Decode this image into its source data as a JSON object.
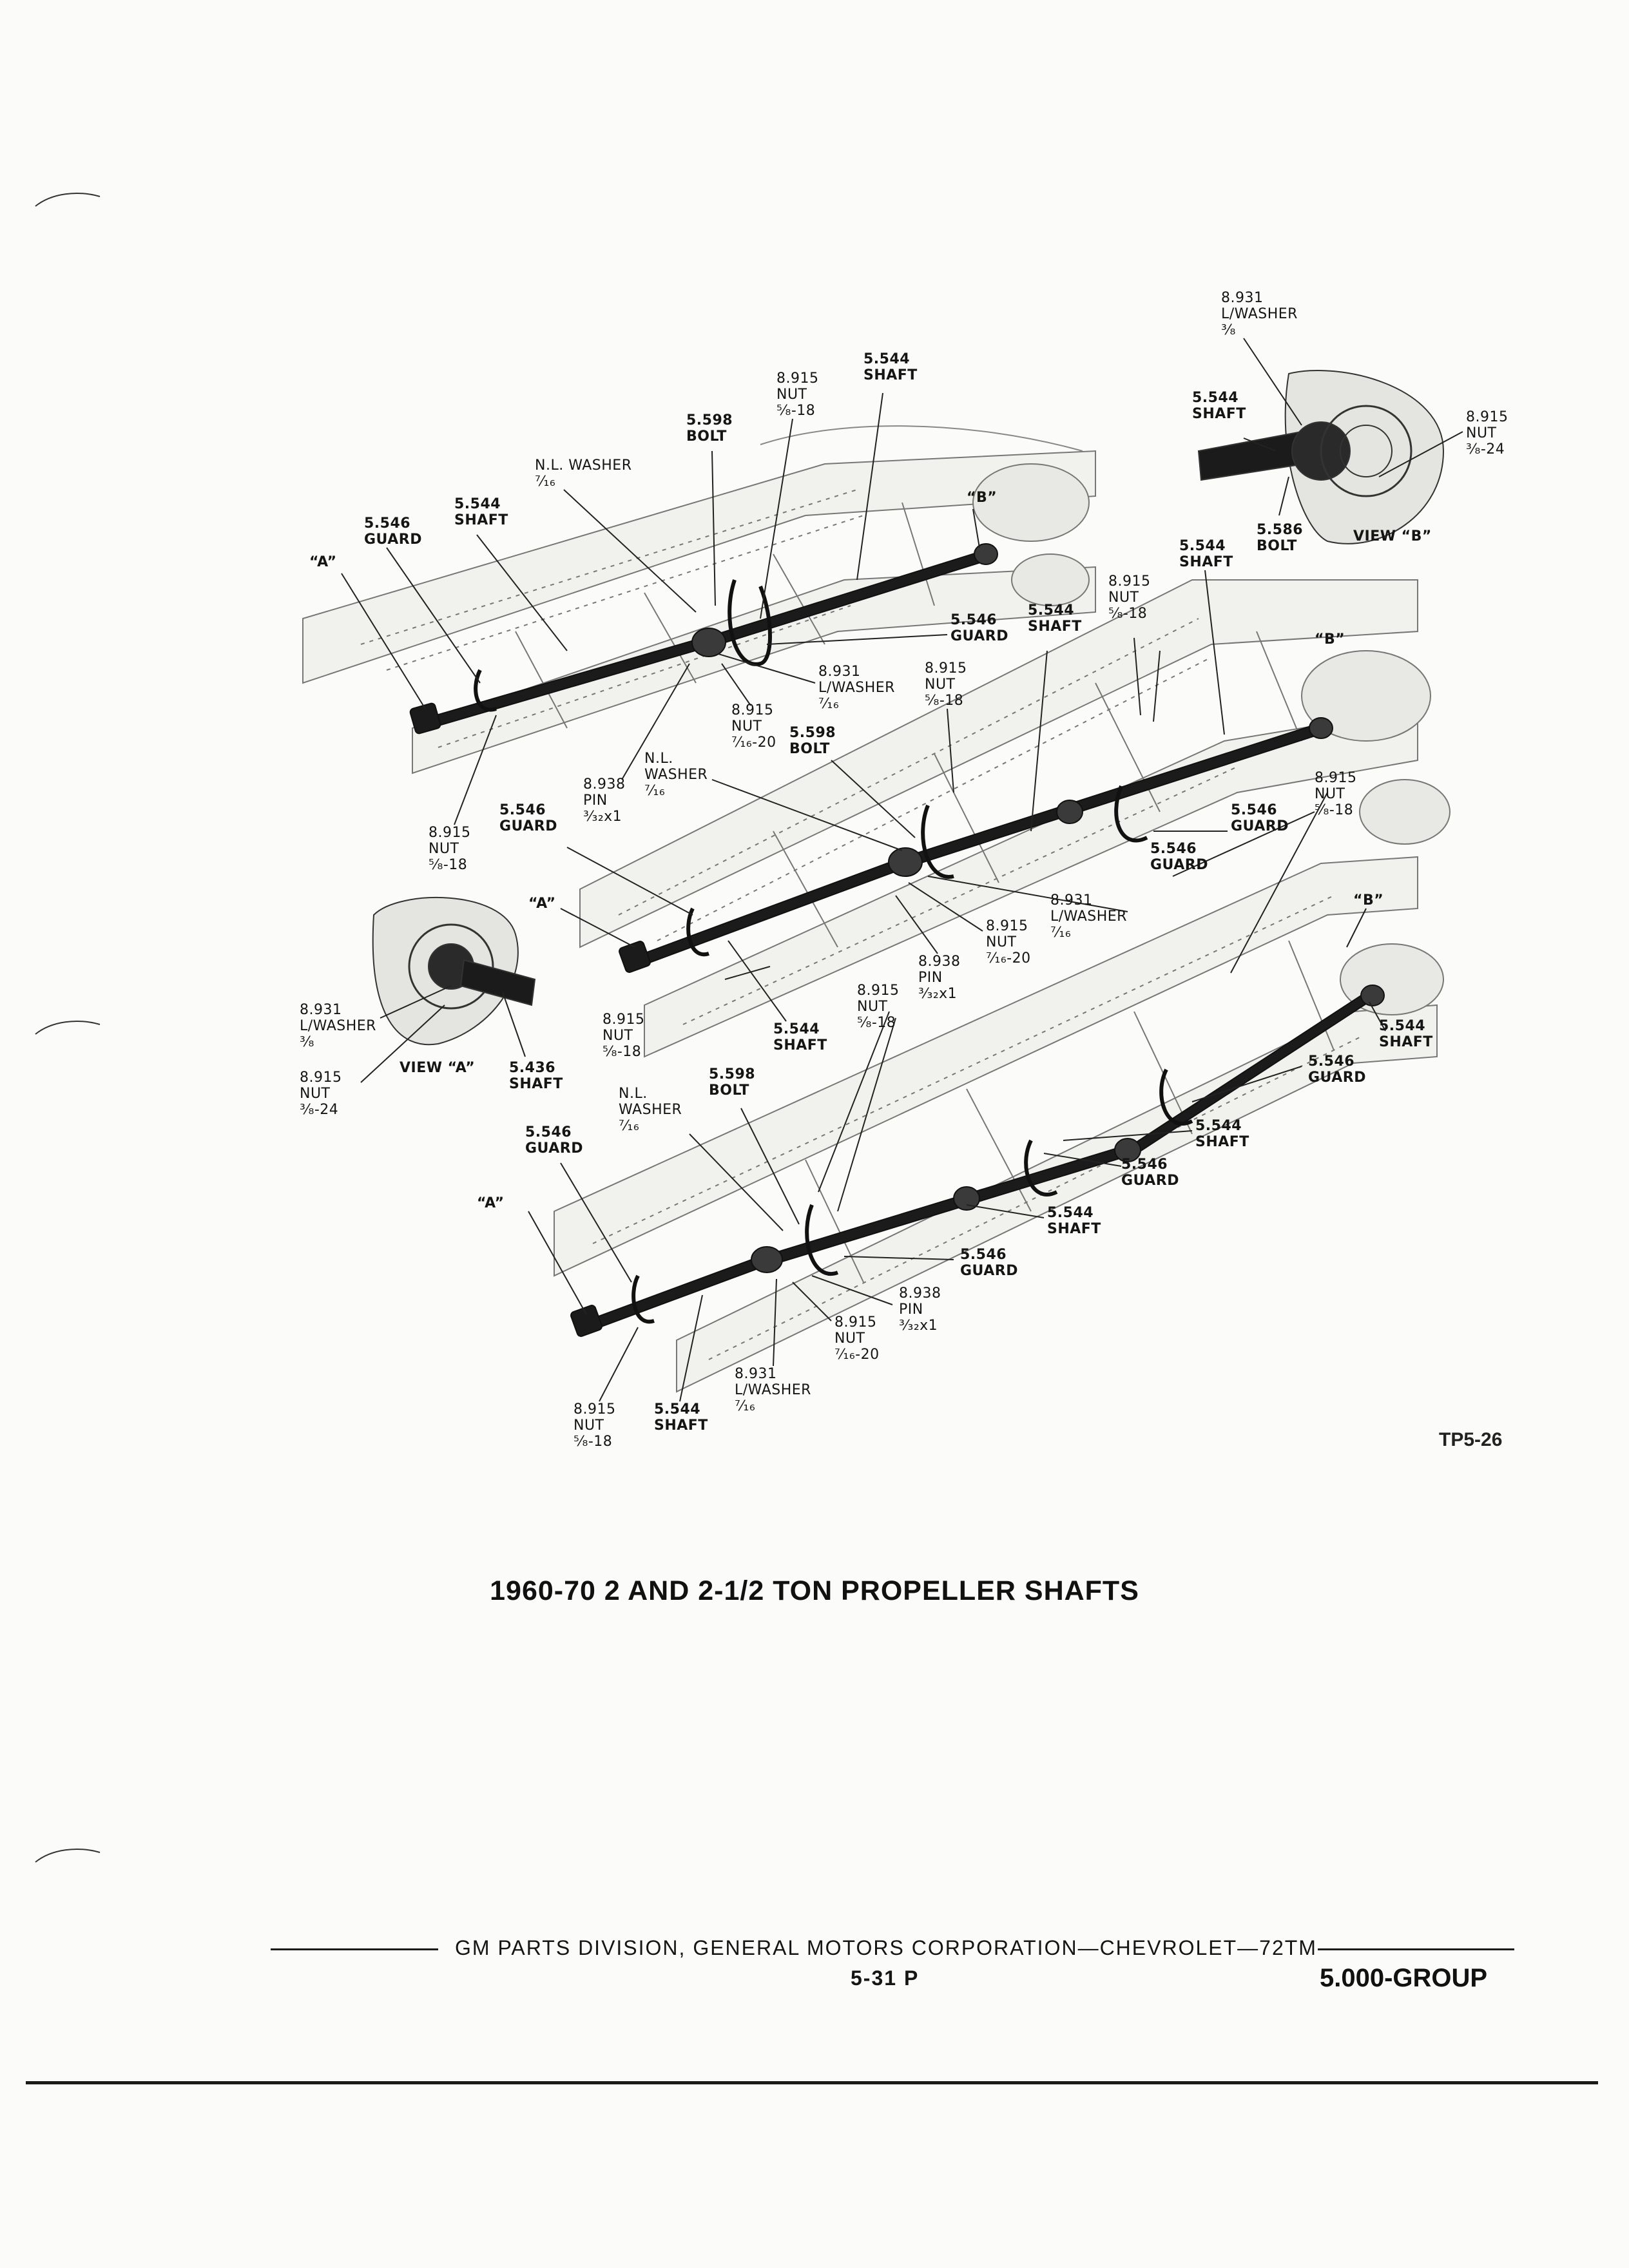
{
  "title": "1960-70 2 AND 2-1/2 TON PROPELLER SHAFTS",
  "figure_code": "TP5-26",
  "footer": {
    "publisher": "GM PARTS DIVISION,  GENERAL MOTORS CORPORATION—CHEVROLET—72TM",
    "page_number": "5-31  P",
    "group": "5.000-GROUP"
  },
  "labels": {
    "t1_viewA": "“A”",
    "t1_guard": "5.546\nGUARD",
    "t1_shaft": "5.544\nSHAFT",
    "t1_nlwasher": "N.L. WASHER\n⁷⁄₁₆",
    "t1_bolt": "5.598\nBOLT",
    "t1_nut_top": "8.915\nNUT\n⁵⁄₈-18",
    "t1_shaft_top": "5.544\nSHAFT",
    "t1_viewB": "“B”",
    "t1_guard_r": "5.546\nGUARD",
    "t1_lwasher": "8.931\nL/WASHER\n⁷⁄₁₆",
    "t1_nut_mid": "8.915\nNUT\n⁷⁄₁₆-20",
    "t1_pin": "8.938\nPIN\n³⁄₃₂x1",
    "t1_nut_low": "8.915\nNUT\n⁵⁄₈-18",
    "vb_lwasher": "8.931\nL/WASHER\n³⁄₈",
    "vb_shaft": "5.544\nSHAFT",
    "vb_nut": "8.915\nNUT\n³⁄₈-24",
    "vb_bolt": "5.586\nBOLT",
    "vb_title": "VIEW “B”",
    "t2_shaft_top": "5.544\nSHAFT",
    "t2_nut_top": "8.915\nNUT\n⁵⁄₈-18",
    "t2_shaft_mid": "5.544\nSHAFT",
    "t2_viewB": "“B”",
    "t2_nut_mid": "8.915\nNUT\n⁵⁄₈-18",
    "t2_bolt": "5.598\nBOLT",
    "t2_nlwasher": "N.L.\nWASHER\n⁷⁄₁₆",
    "t2_guard_l": "5.546\nGUARD",
    "t2_viewA": "“A”",
    "t2_guard_r1": "5.546\nGUARD",
    "t2_nut_r": "8.915\nNUT\n⁵⁄₈-18",
    "t2_guard_r2": "5.546\nGUARD",
    "t2_lwasher": "8.931\nL/WASHER\n⁷⁄₁₆",
    "t2_nut_bolt": "8.915\nNUT\n⁷⁄₁₆-20",
    "t2_pin": "8.938\nPIN\n³⁄₃₂x1",
    "t2_nut_low": "8.915\nNUT\n⁵⁄₈-18",
    "t2_shaft_low": "5.544\nSHAFT",
    "va_lwasher": "8.931\nL/WASHER\n³⁄₈",
    "va_nut": "8.915\nNUT\n³⁄₈-24",
    "va_title": "VIEW “A”",
    "va_shaft": "5.436\nSHAFT",
    "t3_nut_top": "8.915\nNUT\n⁵⁄₈-18",
    "t3_bolt": "5.598\nBOLT",
    "t3_nlwasher": "N.L.\nWASHER\n⁷⁄₁₆",
    "t3_guard_l": "5.546\nGUARD",
    "t3_viewA": "“A”",
    "t3_viewB": "“B”",
    "t3_shaft_r": "5.544\nSHAFT",
    "t3_guard_r": "5.546\nGUARD",
    "t3_shaft_m1": "5.544\nSHAFT",
    "t3_guard_m": "5.546\nGUARD",
    "t3_shaft_m2": "5.544\nSHAFT",
    "t3_guard_low": "5.546\nGUARD",
    "t3_pin": "8.938\nPIN\n³⁄₃₂x1",
    "t3_nut_mid": "8.915\nNUT\n⁷⁄₁₆-20",
    "t3_lwasher": "8.931\nL/WASHER\n⁷⁄₁₆",
    "t3_nut_low": "8.915\nNUT\n⁵⁄₈-18",
    "t3_shaft_low": "5.544\nSHAFT"
  }
}
